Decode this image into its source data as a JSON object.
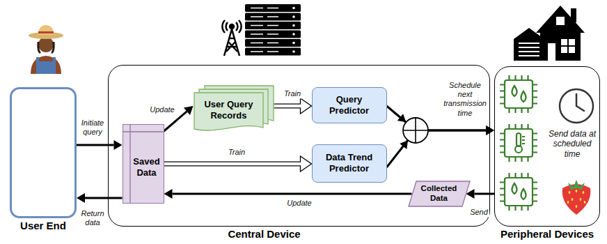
{
  "diagram": {
    "nodes": [
      {
        "text": [
          "User End"
        ]
      },
      {
        "text": [
          "Central Device"
        ]
      },
      {
        "text": [
          "Saved Data"
        ],
        "in": 1
      },
      {
        "text": [
          "User Query Records"
        ],
        "in": 1
      },
      {
        "text": [
          "Query Predictor"
        ],
        "in": 1
      },
      {
        "text": [
          "Data Trend Predictor"
        ],
        "in": 1
      },
      {
        "text": [
          "Collected Data"
        ],
        "in": 1
      },
      {
        "text": [
          "Peripheral Devices"
        ]
      }
    ],
    "edges": [
      {
        "from": 0,
        "to": 2,
        "label": "Initiate query",
        "arrow": "to"
      },
      {
        "from": 2,
        "to": 0,
        "label": "Return data",
        "arrow": "to"
      },
      {
        "from": 2,
        "to": 3,
        "label": "Update",
        "arrow": "to"
      },
      {
        "from": 3,
        "to": 4,
        "label": "Train",
        "arrow": "to"
      },
      {
        "from": 2,
        "to": 5,
        "label": "Train",
        "arrow": "to"
      },
      {
        "from": 4,
        "to": 7,
        "label": "Schedule next transmission time",
        "arrow": "to"
      },
      {
        "from": 5,
        "to": 7,
        "arrow": "to"
      },
      {
        "from": 7,
        "to": 6,
        "label": "Send",
        "arrow": "to"
      },
      {
        "from": 6,
        "to": 2,
        "label": "Update",
        "arrow": "to"
      }
    ],
    "labels": [
      "Send data at scheduled time"
    ]
  }
}
